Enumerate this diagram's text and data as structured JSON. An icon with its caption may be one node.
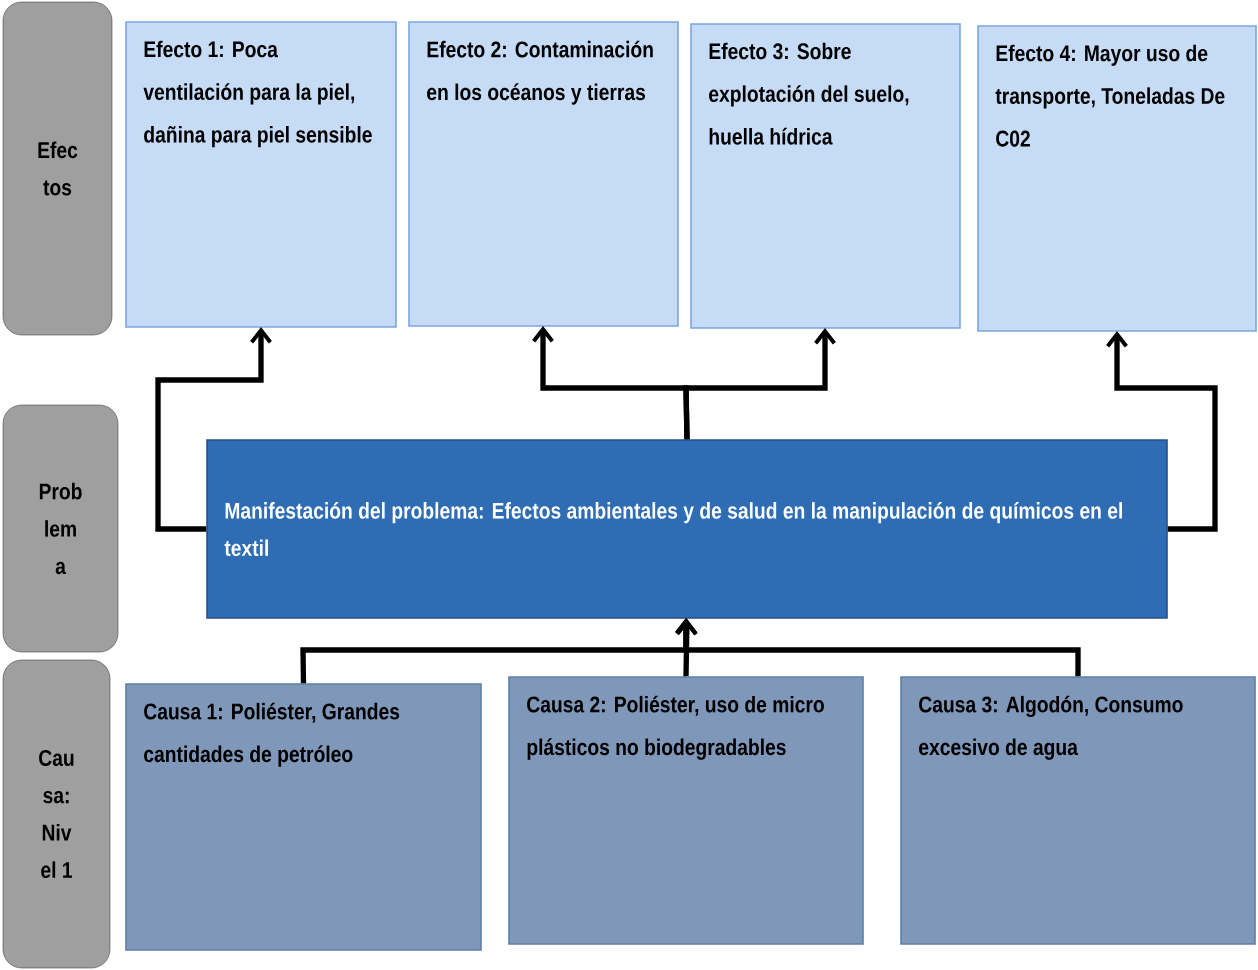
{
  "diagram": {
    "nodes": [
      {
        "text": [
          "Efec tos"
        ]
      },
      {
        "text": [
          "Efecto 1: Poca ventilación para la piel, dañina para piel sensible"
        ]
      },
      {
        "text": [
          "Efecto 2: Contaminación en los océanos y tierras"
        ]
      },
      {
        "text": [
          "Efecto 3: Sobre explotación del suelo, huella hídrica"
        ]
      },
      {
        "text": [
          "Efecto 4: Mayor uso de transporte, Toneladas De C02"
        ]
      },
      {
        "text": [
          "Prob lem a"
        ]
      },
      {
        "text": [
          "Manifestación del problema: Efectos ambientales y de salud en la manipulación de químicos en el textil"
        ]
      },
      {
        "text": [
          "Cau sa: Niv el 1"
        ]
      },
      {
        "text": [
          "Causa 1: Poliéster, Grandes cantidades de petróleo"
        ]
      },
      {
        "text": [
          "Causa 2: Poliéster, uso de micro plásticos no biodegradables"
        ]
      },
      {
        "text": [
          "Causa 3: Algodón, Consumo excesivo de agua"
        ]
      }
    ],
    "edges": [
      {
        "from": 6,
        "to": 1,
        "arrow": "to"
      },
      {
        "from": 6,
        "to": 2,
        "arrow": "to"
      },
      {
        "from": 6,
        "to": 3,
        "arrow": "to"
      },
      {
        "from": 6,
        "to": 4,
        "arrow": "to"
      },
      {
        "from": 8,
        "to": 6,
        "arrow": "to"
      },
      {
        "from": 9,
        "to": 6,
        "arrow": "to"
      },
      {
        "from": 10,
        "to": 6,
        "arrow": "to"
      }
    ]
  }
}
